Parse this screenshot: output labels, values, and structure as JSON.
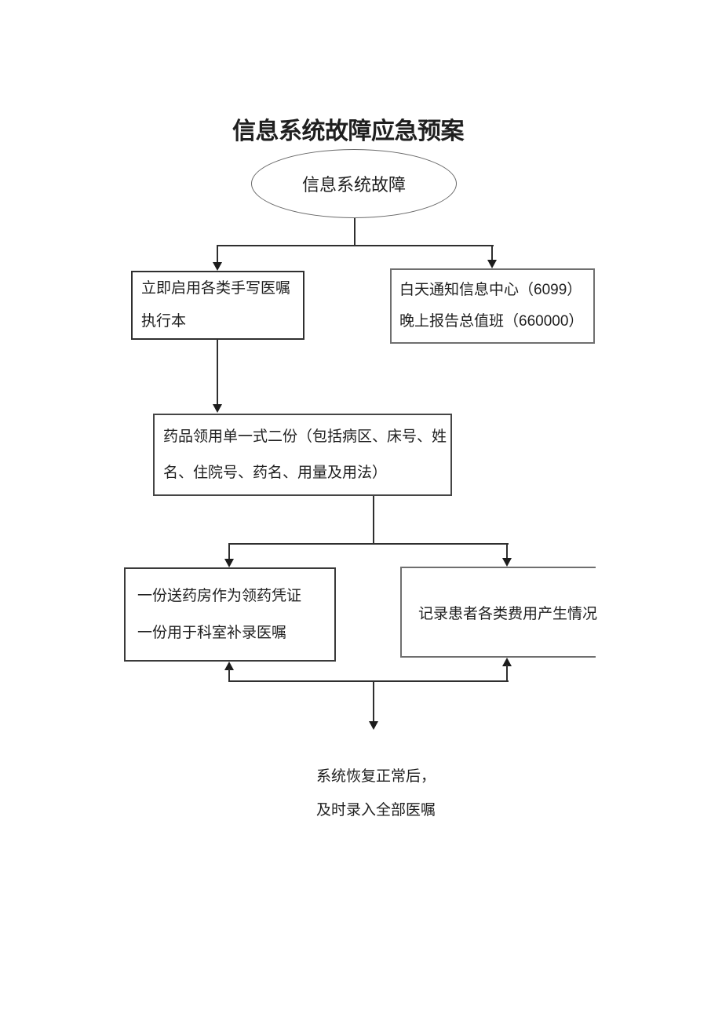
{
  "colors": {
    "background": "#ffffff",
    "ink": "#1f1f1f",
    "border_dark": "#303030",
    "border_gray": "#6f6f6f"
  },
  "title": "信息系统故障应急预案",
  "flowchart": {
    "start": {
      "label": "信息系统故障"
    },
    "enable_handwritten": {
      "line1": "立即启用各类手写医嘱",
      "line2": "执行本"
    },
    "notify_center": {
      "line1": "白天通知信息中心（6099）",
      "line2": "晚上报告总值班（660000）"
    },
    "requisition_form": {
      "line1": "药品领用单一式二份（包括病区、床号、姓",
      "line2": "名、住院号、药名、用量及用法）"
    },
    "pharmacy_receipt": {
      "line1": "一份送药房作为领药凭证",
      "line2": "一份用于科室补录医嘱"
    },
    "record_costs": {
      "line1": "记录患者各类费用产生情况"
    },
    "system_recovery": {
      "line1": "系统恢复正常后，",
      "line2": "及时录入全部医嘱"
    }
  }
}
